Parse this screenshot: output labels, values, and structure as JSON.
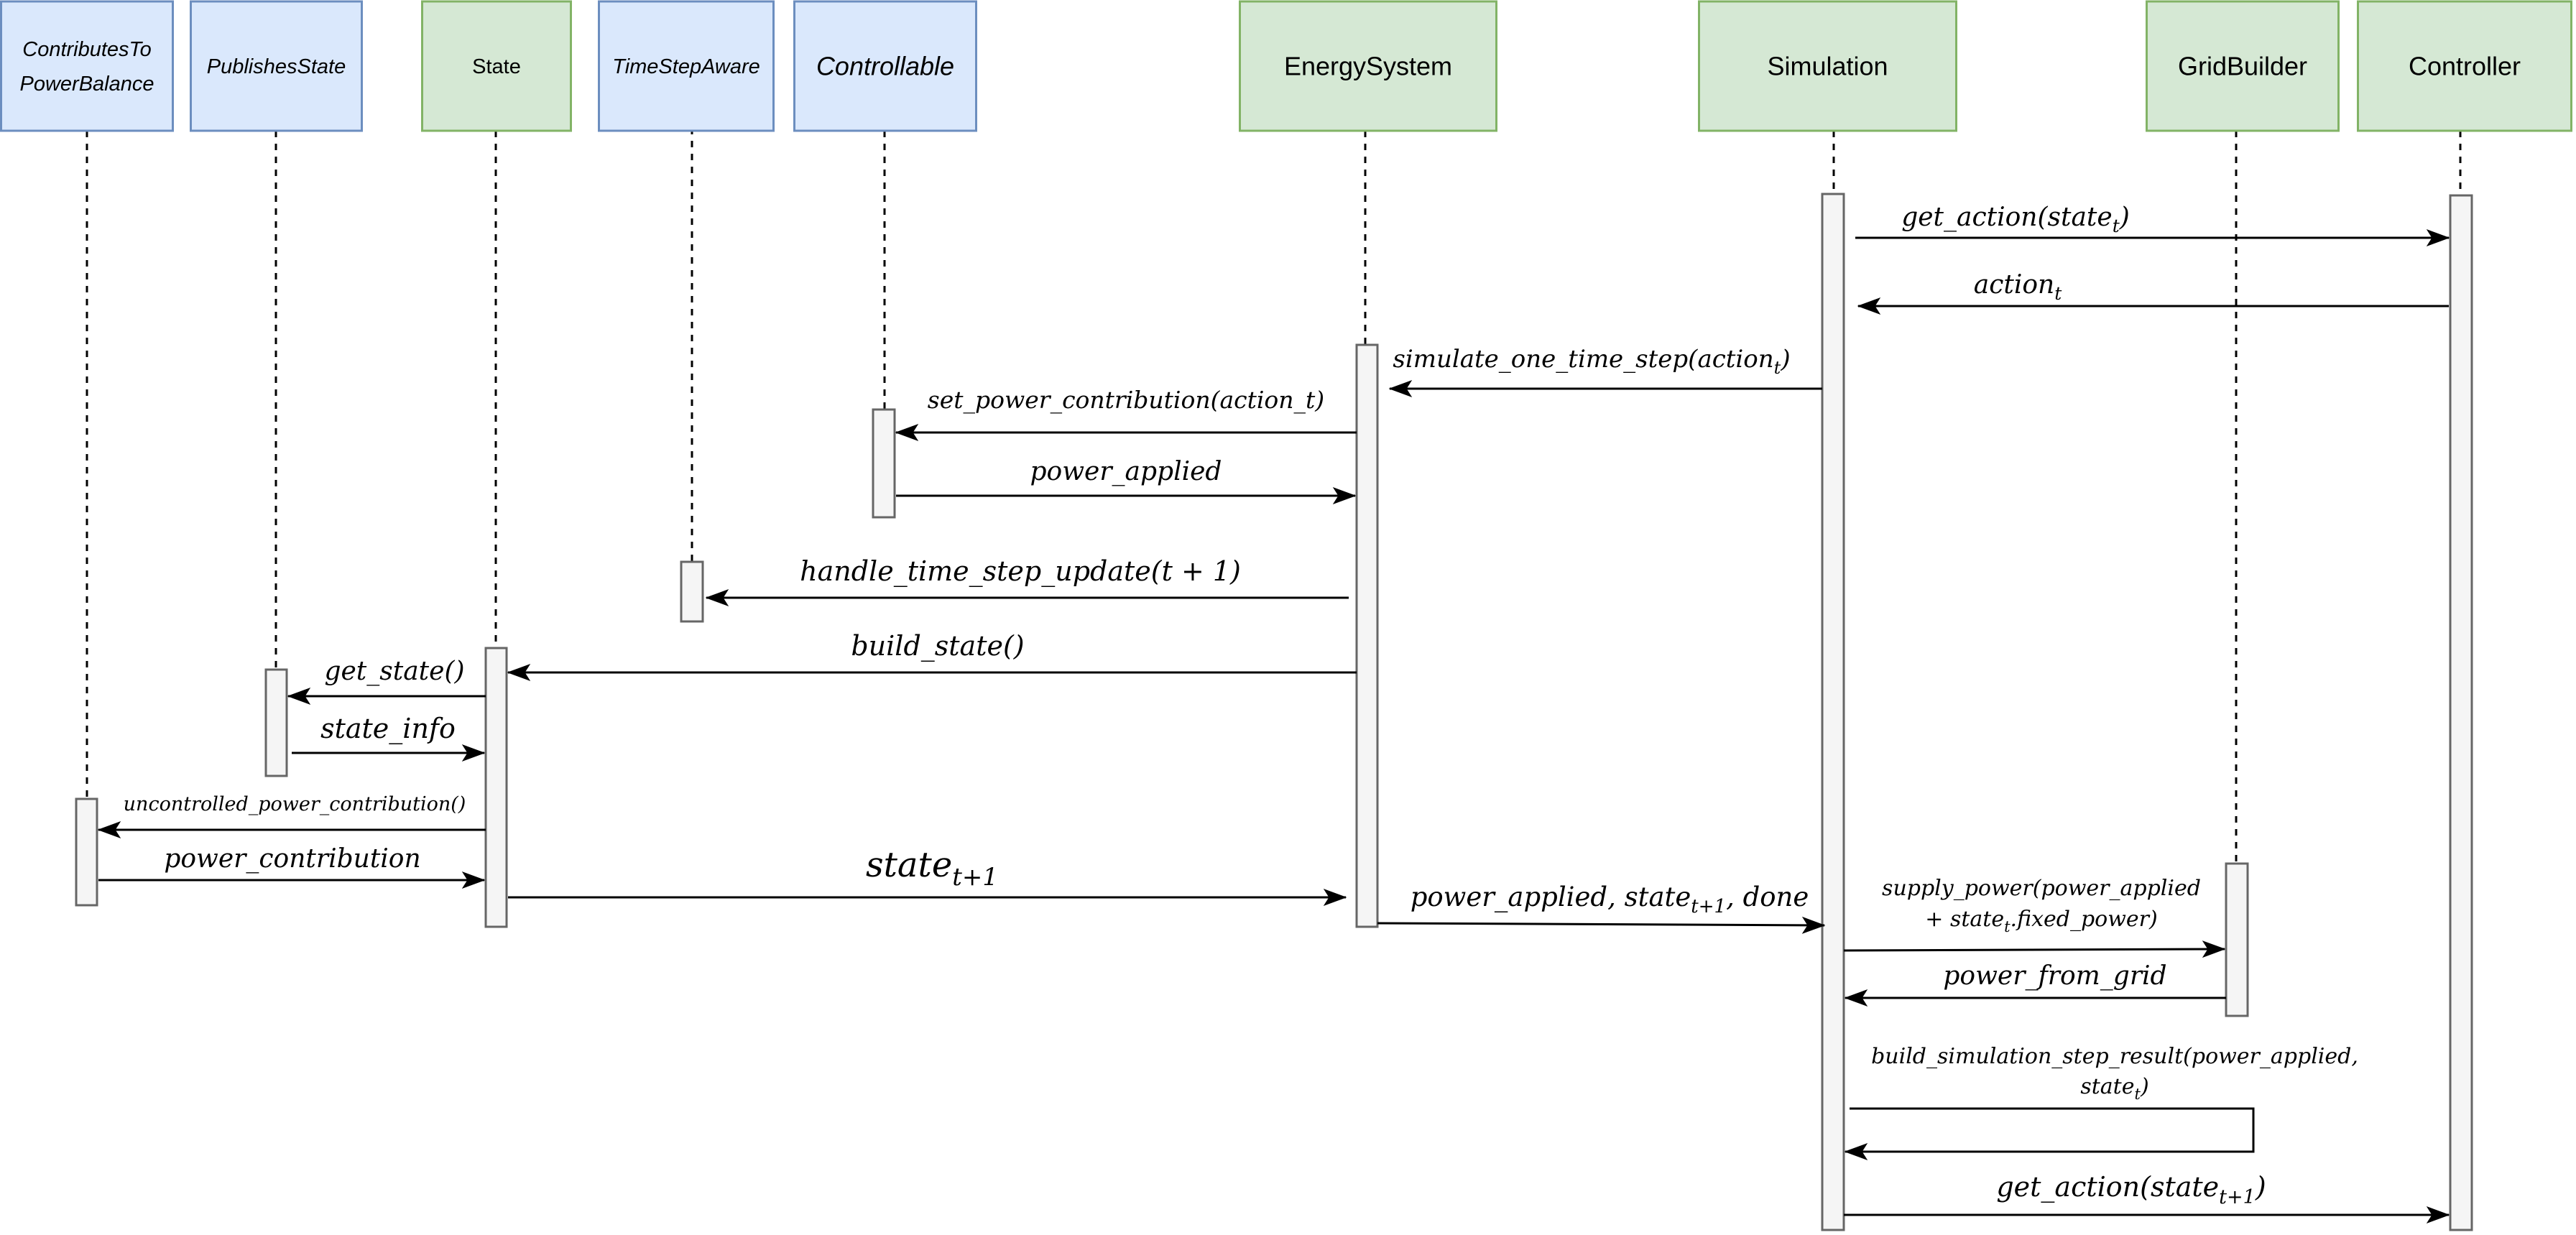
{
  "participants": [
    {
      "id": "p_contrib",
      "lines": [
        "ContributesTo",
        "PowerBalance"
      ],
      "kind": "interface"
    },
    {
      "id": "p_publishes",
      "lines": [
        "PublishesState"
      ],
      "kind": "interface"
    },
    {
      "id": "p_state",
      "lines": [
        "State"
      ],
      "kind": "class"
    },
    {
      "id": "p_timestep",
      "lines": [
        "TimeStepAware"
      ],
      "kind": "interface"
    },
    {
      "id": "p_controllable",
      "lines": [
        "Controllable"
      ],
      "kind": "interface"
    },
    {
      "id": "p_energy",
      "lines": [
        "EnergySystem"
      ],
      "kind": "class"
    },
    {
      "id": "p_simulation",
      "lines": [
        "Simulation"
      ],
      "kind": "class"
    },
    {
      "id": "p_gridbuilder",
      "lines": [
        "GridBuilder"
      ],
      "kind": "class"
    },
    {
      "id": "p_controller",
      "lines": [
        "Controller"
      ],
      "kind": "class"
    }
  ],
  "messages": [
    {
      "id": "m_get_action_t",
      "text": "get_action(state",
      "sub": "t",
      "tail": ")"
    },
    {
      "id": "m_action_t",
      "text": "action",
      "sub": "t",
      "tail": ""
    },
    {
      "id": "m_simulate",
      "text": "simulate_one_time_step(action",
      "sub": "t",
      "tail": ")"
    },
    {
      "id": "m_set_power",
      "text": "set_power_contribution(action_t)",
      "sub": "",
      "tail": ""
    },
    {
      "id": "m_power_applied",
      "text": "power_applied",
      "sub": "",
      "tail": ""
    },
    {
      "id": "m_handle_ts",
      "text": "handle_time_step_update(t + 1)",
      "sub": "",
      "tail": ""
    },
    {
      "id": "m_build_state",
      "text": "build_state()",
      "sub": "",
      "tail": ""
    },
    {
      "id": "m_get_state",
      "text": "get_state()",
      "sub": "",
      "tail": ""
    },
    {
      "id": "m_state_info",
      "text": "state_info",
      "sub": "",
      "tail": ""
    },
    {
      "id": "m_uncontrolled",
      "text": "uncontrolled_power_contribution()",
      "sub": "",
      "tail": ""
    },
    {
      "id": "m_power_contribution",
      "text": "power_contribution",
      "sub": "",
      "tail": ""
    },
    {
      "id": "m_state_t1",
      "text": "state",
      "sub": "t+1",
      "tail": ""
    },
    {
      "id": "m_return_es",
      "text": "power_applied, state",
      "sub": "t+1",
      "tail": ", done"
    },
    {
      "id": "m_supply_1",
      "text": "supply_power(power_applied",
      "sub": "",
      "tail": ""
    },
    {
      "id": "m_supply_2",
      "text": "+ state",
      "sub": "t",
      "tail": ".fixed_power)"
    },
    {
      "id": "m_power_grid",
      "text": "power_from_grid",
      "sub": "",
      "tail": ""
    },
    {
      "id": "m_build_result_1",
      "text": "build_simulation_step_result(power_applied,",
      "sub": "",
      "tail": ""
    },
    {
      "id": "m_build_result_2",
      "text": "state",
      "sub": "t",
      "tail": ")"
    },
    {
      "id": "m_get_action_t1",
      "text": "get_action(state",
      "sub": "t+1",
      "tail": ")"
    }
  ],
  "colors": {
    "interface_fill": "#dae8fc",
    "interface_stroke": "#6c8ebf",
    "class_fill": "#d5e8d4",
    "class_stroke": "#82b366",
    "activation_fill": "#f5f5f5",
    "activation_stroke": "#666666",
    "line": "#000000"
  }
}
